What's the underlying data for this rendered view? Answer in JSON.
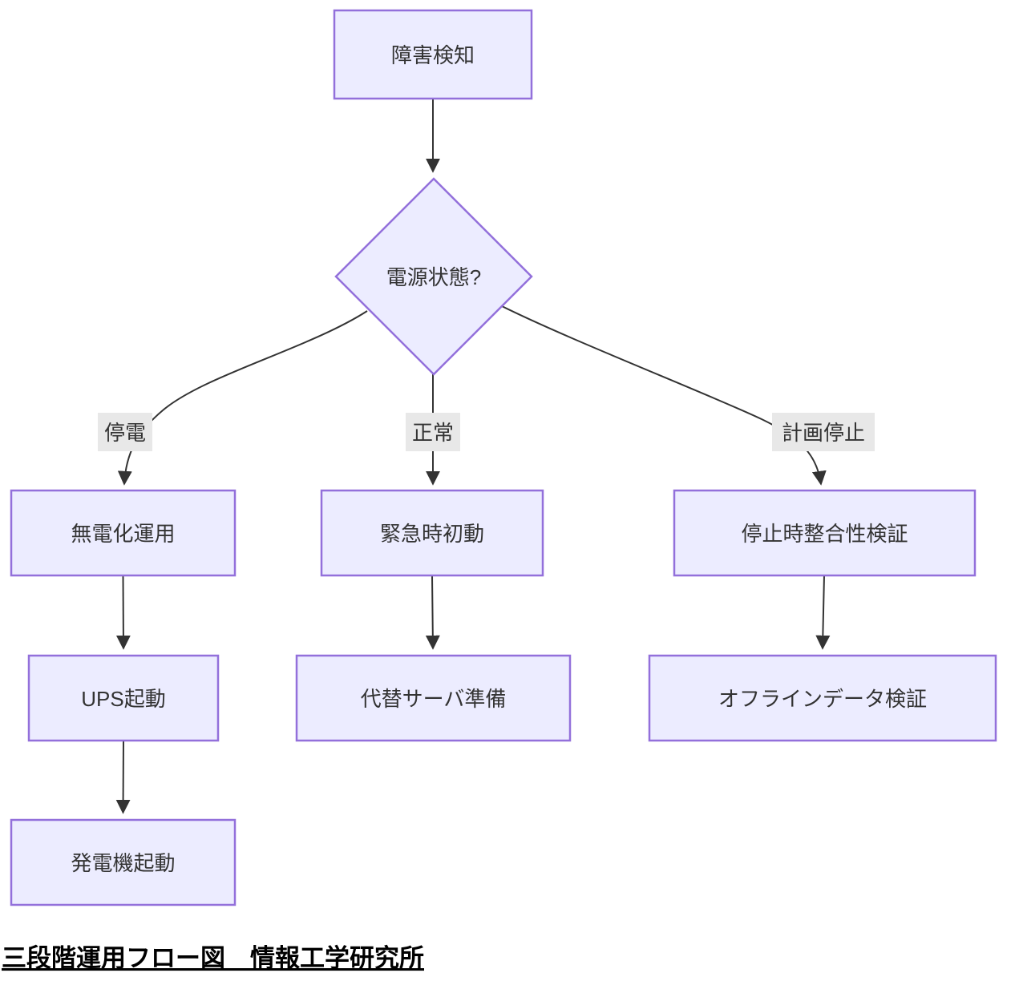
{
  "diagram": {
    "caption": "三段階運用フロー図　情報工学研究所",
    "colors": {
      "node_fill": "#ECECFF",
      "node_stroke": "#9370DB",
      "edge_stroke": "#333333",
      "edge_label_bg": "#e8e8e8",
      "text": "#333333"
    },
    "nodes": [
      {
        "id": "A",
        "shape": "rect",
        "label": "障害検知"
      },
      {
        "id": "B",
        "shape": "diamond",
        "label": "電源状態?"
      },
      {
        "id": "C",
        "shape": "rect",
        "label": "無電化運用"
      },
      {
        "id": "D",
        "shape": "rect",
        "label": "緊急時初動"
      },
      {
        "id": "E",
        "shape": "rect",
        "label": "停止時整合性検証"
      },
      {
        "id": "F",
        "shape": "rect",
        "label": "UPS起動"
      },
      {
        "id": "G",
        "shape": "rect",
        "label": "代替サーバ準備"
      },
      {
        "id": "H",
        "shape": "rect",
        "label": "オフラインデータ検証"
      },
      {
        "id": "I",
        "shape": "rect",
        "label": "発電機起動"
      }
    ],
    "edges": [
      {
        "from": "A",
        "to": "B",
        "label": ""
      },
      {
        "from": "B",
        "to": "C",
        "label": "停電"
      },
      {
        "from": "B",
        "to": "D",
        "label": "正常"
      },
      {
        "from": "B",
        "to": "E",
        "label": "計画停止"
      },
      {
        "from": "C",
        "to": "F",
        "label": ""
      },
      {
        "from": "D",
        "to": "G",
        "label": ""
      },
      {
        "from": "E",
        "to": "H",
        "label": ""
      },
      {
        "from": "F",
        "to": "I",
        "label": ""
      }
    ]
  }
}
